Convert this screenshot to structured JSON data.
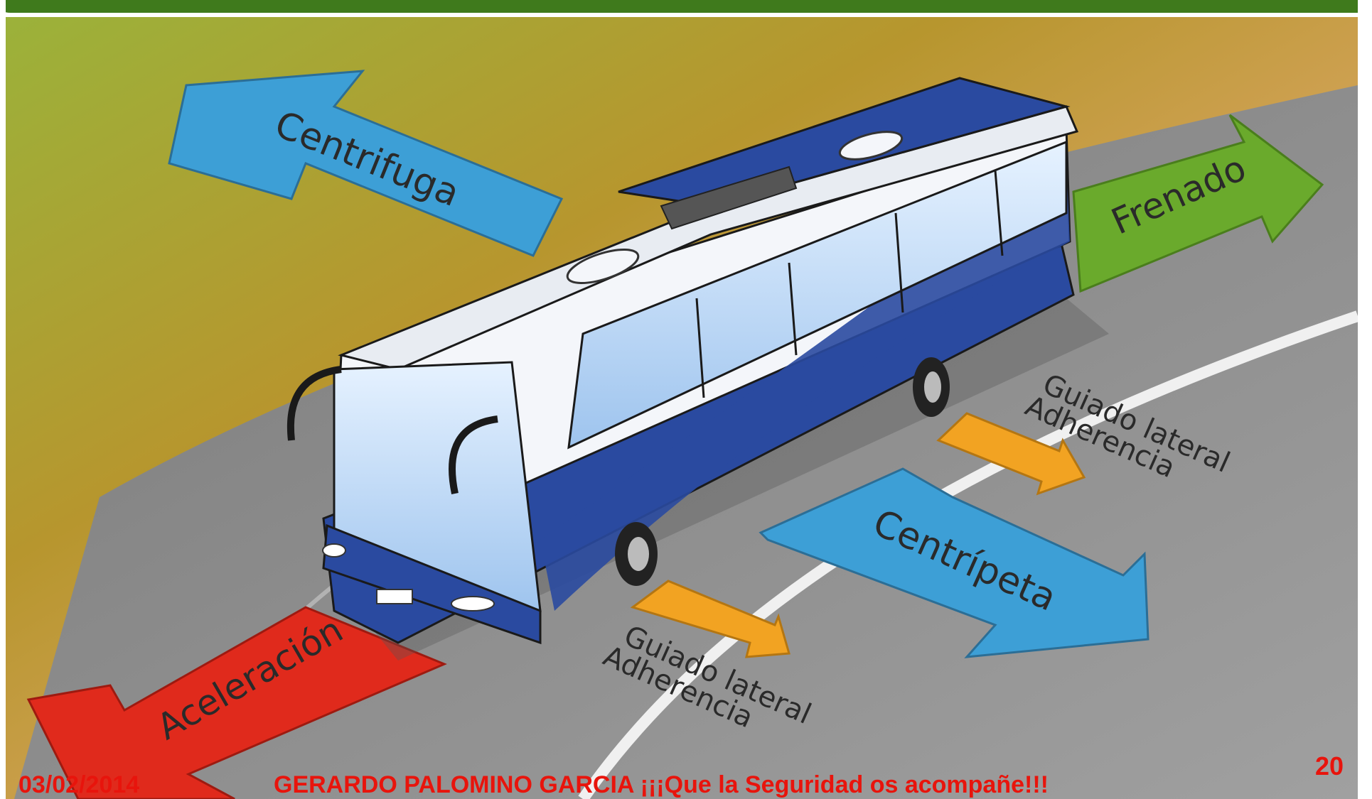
{
  "diagram": {
    "arrows": {
      "centrifuga": "Centrifuga",
      "frenado": "Frenado",
      "centripeta": "Centrípeta",
      "aceleracion": "Aceleración"
    },
    "guidance_rear": {
      "line1": "Guiado lateral",
      "line2": "Adherencia"
    },
    "guidance_front": {
      "line1": "Guiado lateral",
      "line2": "Adherencia"
    }
  },
  "footer": {
    "date": "03/02/2014",
    "author_slogan": "GERARDO PALOMINO GARCIA   ¡¡¡Que la Seguridad os acompañe!!!",
    "page_number": "20"
  },
  "colors": {
    "header_band": "#3f7a1c",
    "blue_arrow": "#3d9fd6",
    "green_arrow": "#6aaa2c",
    "red_arrow": "#e02a1c",
    "orange_arrow": "#f2a322",
    "bus_blue": "#2a4aa0",
    "road_gray": "#8c8c8c",
    "footer_text": "#e8140c"
  }
}
